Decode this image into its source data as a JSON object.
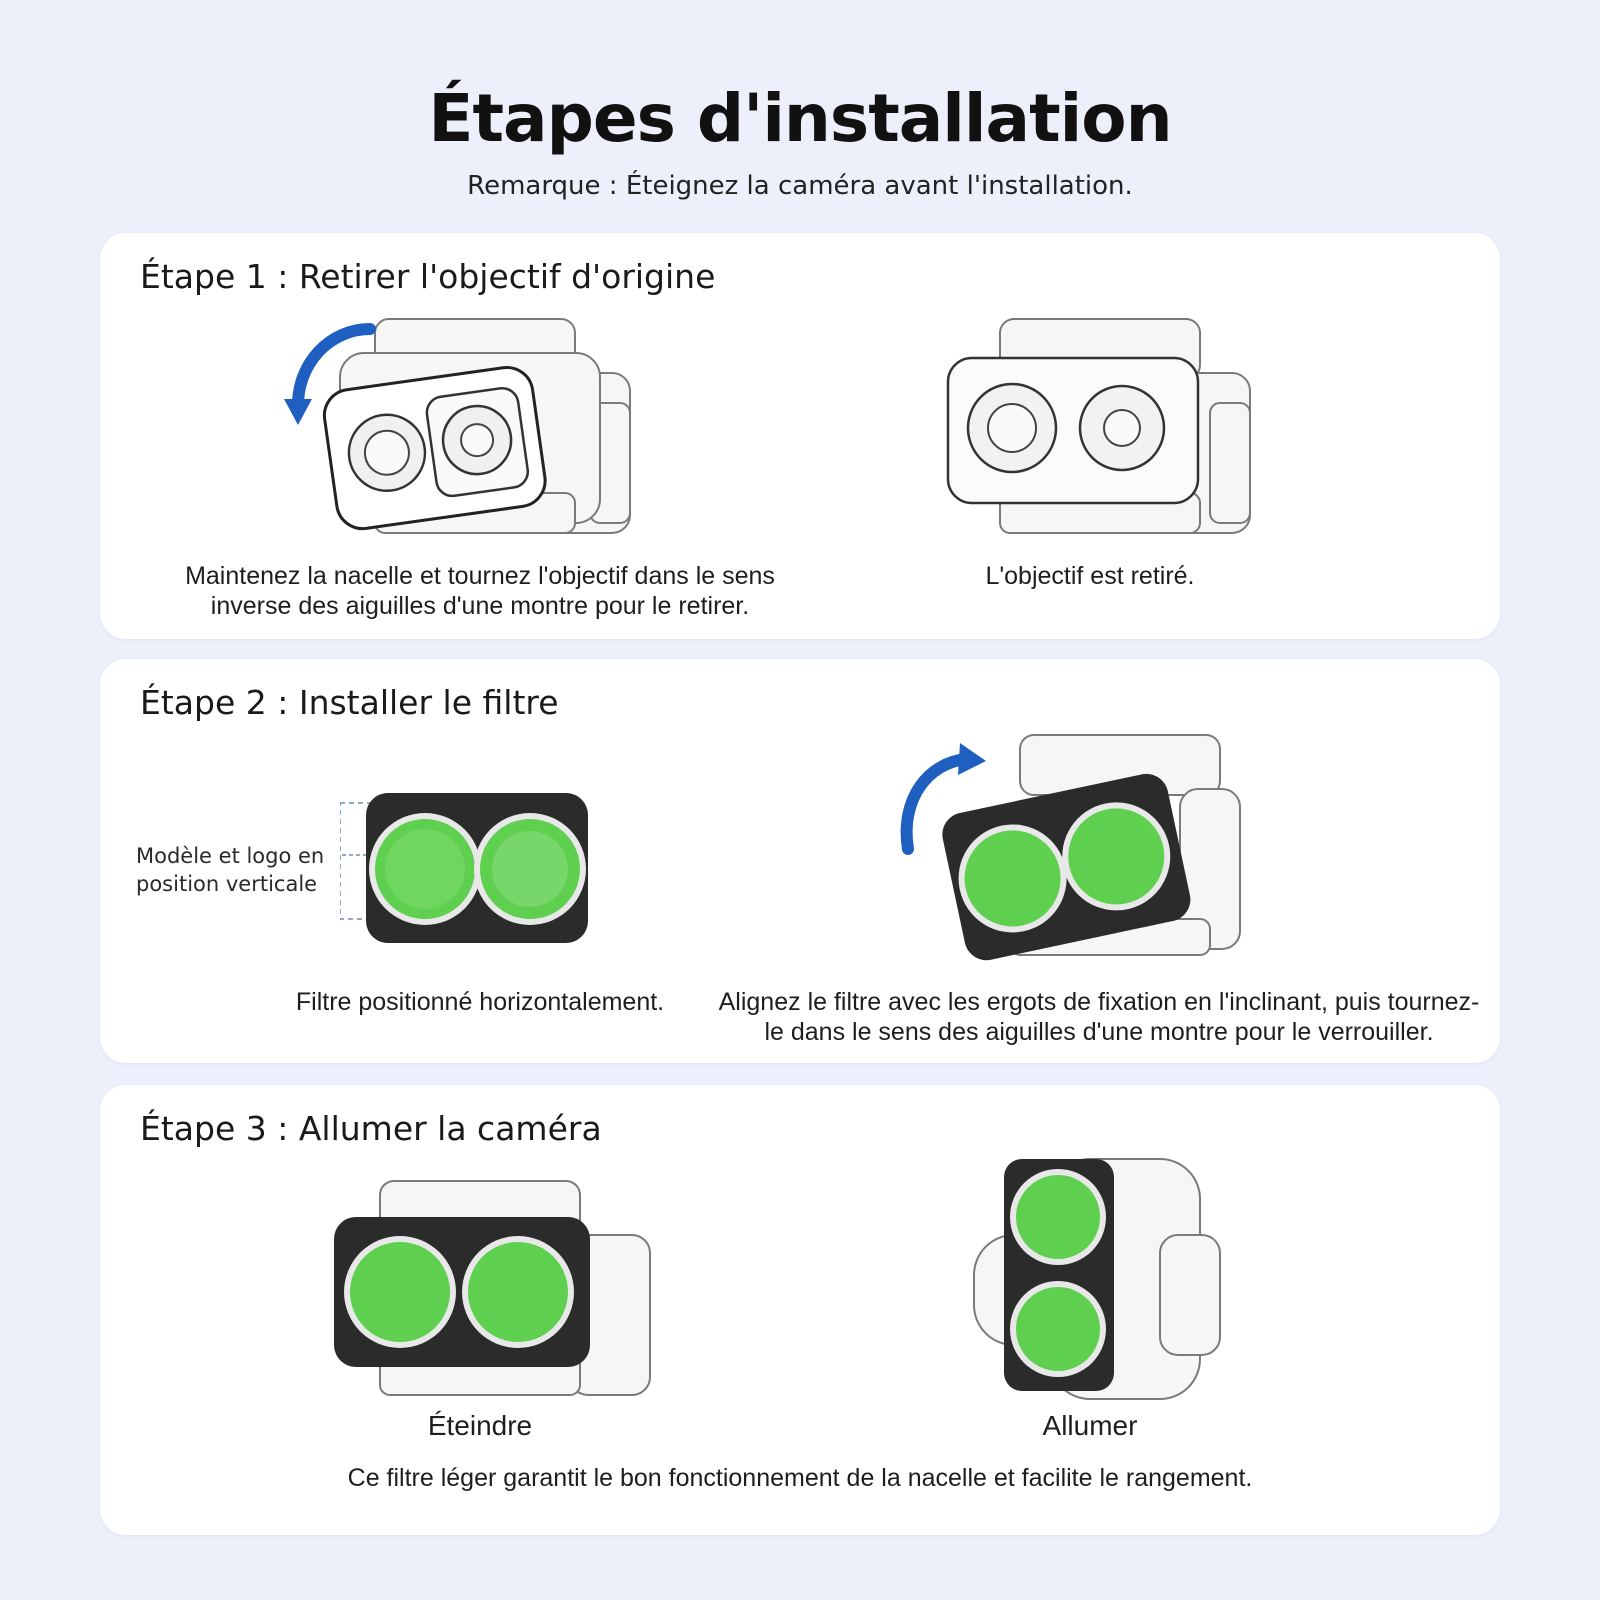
{
  "header": {
    "title": "Étapes d'installation",
    "note": "Remarque : Éteignez la caméra avant l'installation."
  },
  "steps": [
    {
      "title": "Étape 1 : Retirer l'objectif d'origine",
      "left_caption": "Maintenez la nacelle et tournez l'objectif dans le sens inverse des aiguilles d'une montre pour le retirer.",
      "right_caption": "L'objectif est retiré."
    },
    {
      "title": "Étape 2 : Installer le filtre",
      "side_label": "Modèle et logo en position verticale",
      "left_caption": "Filtre positionné horizontalement.",
      "right_caption": "Alignez le filtre avec les ergots de fixation en l'inclinant, puis tournez-le dans le sens des aiguilles d'une montre pour le verrouiller."
    },
    {
      "title": "Étape 3 : Allumer la caméra",
      "left_caption": "Éteindre",
      "right_caption": "Allumer",
      "footer_caption": "Ce filtre léger garantit le bon fonctionnement de la nacelle et facilite le rangement."
    }
  ],
  "colors": {
    "background": "#edf0fb",
    "card": "#ffffff",
    "arrow": "#1f5fbf",
    "filter_frame": "#2b2b2b",
    "lens_green": "#5ecf4f"
  },
  "icons": [
    "rotate-counterclockwise-arrow-icon",
    "rotate-clockwise-arrow-icon"
  ]
}
